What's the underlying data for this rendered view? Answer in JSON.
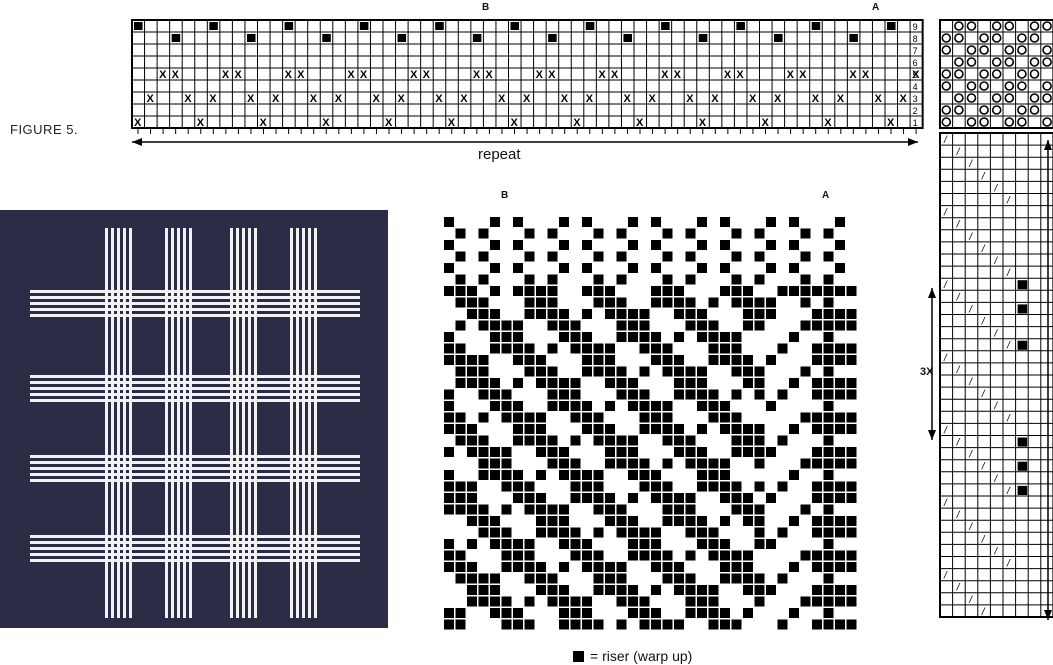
{
  "figure_label": "FIGURE 5.",
  "repeat_label": "repeat",
  "marker_b": "B",
  "marker_a": "A",
  "treadle_repeat": "3X",
  "legend": {
    "symbol": "■",
    "text": "= riser (warp up)"
  },
  "colors": {
    "ink": "#000000",
    "paper": "#ffffff",
    "photo_dark": "#2a2d45",
    "photo_light": "#f2f2f2"
  }
}
